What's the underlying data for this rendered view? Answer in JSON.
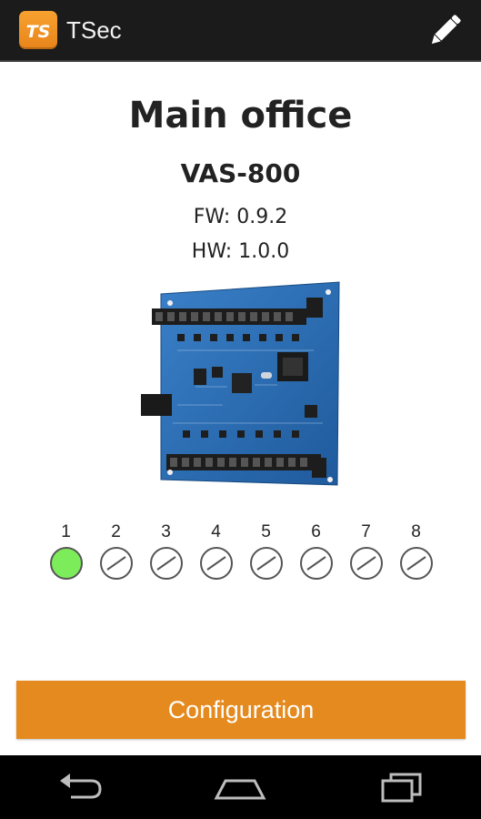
{
  "app": {
    "title": "TSec",
    "logo_text": "TS",
    "icons": {
      "logo": "tsec-logo-icon",
      "edit": "pencil-icon"
    }
  },
  "device": {
    "name": "Main office",
    "model": "VAS-800",
    "fw": "FW: 0.9.2",
    "hw": "HW: 1.0.0",
    "image": "circuit-board-image"
  },
  "channels": [
    {
      "label": "1",
      "state": "active"
    },
    {
      "label": "2",
      "state": "disabled"
    },
    {
      "label": "3",
      "state": "disabled"
    },
    {
      "label": "4",
      "state": "disabled"
    },
    {
      "label": "5",
      "state": "disabled"
    },
    {
      "label": "6",
      "state": "disabled"
    },
    {
      "label": "7",
      "state": "disabled"
    },
    {
      "label": "8",
      "state": "disabled"
    }
  ],
  "actions": {
    "configuration": "Configuration"
  },
  "nav": {
    "back": "back-icon",
    "home": "home-icon",
    "recents": "recents-icon"
  },
  "colors": {
    "action_bar": "#1b1b1b",
    "accent": "#e58a1f",
    "active_channel": "#7dec5a",
    "board": "#2d6fb6",
    "nav_bar": "#000000"
  }
}
